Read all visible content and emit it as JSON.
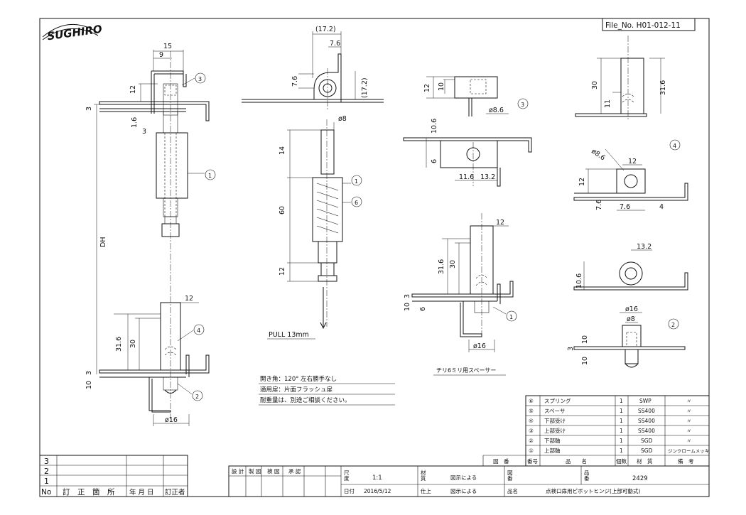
{
  "logo": "SUGHIRO",
  "file_no": "File_No.  H01-012-11",
  "view1": {
    "d15": "15",
    "d9": "9",
    "d12a": "12",
    "d3a": "3",
    "d16a": "1.6",
    "d3b": "3",
    "dh": "DH",
    "d12b": "12",
    "d316": "31.6",
    "d30": "30",
    "d10": "10",
    "d3c": "3",
    "dia16": "ø16"
  },
  "view2": {
    "d172a": "(17.2)",
    "d76a": "7.6",
    "d76b": "7.6",
    "d172b": "(17.2)"
  },
  "view3": {
    "dia8": "ø8",
    "d14": "14",
    "d60": "60",
    "d12": "12",
    "pull": "PULL 13mm"
  },
  "view4": {
    "d12": "12",
    "d10": "10",
    "dia86": "ø8.6"
  },
  "view5": {
    "d106": "10.6",
    "d6": "6",
    "d116": "11.6",
    "d132": "13.2"
  },
  "view6": {
    "d12": "12",
    "d316": "31.6",
    "d30": "30",
    "d10": "10",
    "d3": "3",
    "d6": "6",
    "dia16": "ø16",
    "caption": "チリ6ミリ用スペーサー"
  },
  "view7": {
    "d30": "30",
    "d316": "31.6",
    "d11": "11"
  },
  "view8": {
    "dia86": "ø8.6",
    "d12a": "12",
    "d12b": "12",
    "d76a": "7.6",
    "d76b": "7.6",
    "d4": "4"
  },
  "view9": {
    "d132": "13.2",
    "d106": "10.6"
  },
  "view10": {
    "dia16": "ø16",
    "dia8": "ø8",
    "d10a": "10",
    "d3": "3",
    "d10b": "10"
  },
  "balloons": {
    "b1": "1",
    "b2": "2",
    "b3": "3",
    "b4": "4",
    "b6": "6"
  },
  "notes": [
    "開き角：120° 左右勝手なし",
    "適用扉：片面フラッシュ扉",
    "耐重量は、別途ご相談ください。"
  ],
  "parts_header": {
    "no": "番号",
    "name": "品　　名",
    "qty": "個数",
    "mat": "材　質",
    "remark": "備　考",
    "fig": "図　番"
  },
  "parts": [
    {
      "no": "⑥",
      "name": "スプリング",
      "qty": "1",
      "mat": "SWP",
      "remark": "〃"
    },
    {
      "no": "⑤",
      "name": "スペーサ",
      "qty": "1",
      "mat": "SS400",
      "remark": "〃"
    },
    {
      "no": "④",
      "name": "下部受け",
      "qty": "1",
      "mat": "SS400",
      "remark": "〃"
    },
    {
      "no": "③",
      "name": "上部受け",
      "qty": "1",
      "mat": "SS400",
      "remark": "〃"
    },
    {
      "no": "②",
      "name": "下部軸",
      "qty": "1",
      "mat": "SGD",
      "remark": "〃"
    },
    {
      "no": "①",
      "name": "上部軸",
      "qty": "1",
      "mat": "SGD",
      "remark": "ジンクロームメッキ"
    }
  ],
  "title_block": {
    "design": "設 計",
    "draw": "製 図",
    "check": "検 図",
    "approve": "承 認",
    "scale_label": "尺\n度",
    "scale": "1:1",
    "material_label": "材\n質",
    "material": "図示による",
    "fig_label": "図\n番",
    "prod_label": "品\n番",
    "prod_no": "2429",
    "date_label": "日付",
    "date": "2016/5/12",
    "finish_label": "仕上",
    "finish": "図示による",
    "name_label": "品名",
    "name": "点検口扉用ピボットヒンジ(上部可動式)"
  },
  "revision": {
    "rows": [
      "3",
      "2",
      "1"
    ],
    "no": "No",
    "place": "訂　正　箇　所",
    "date": "年 月 日",
    "person": "訂正者"
  }
}
